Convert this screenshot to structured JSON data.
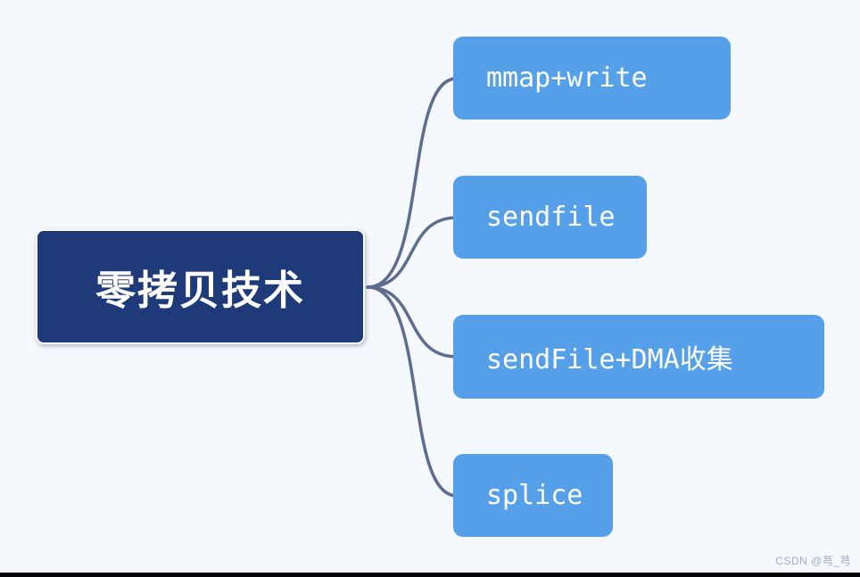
{
  "diagram": {
    "root": {
      "label": "零拷贝技术"
    },
    "branches": [
      {
        "label": "mmap+write"
      },
      {
        "label": "sendfile"
      },
      {
        "label": "sendFile+DMA收集"
      },
      {
        "label": "splice"
      }
    ],
    "colors": {
      "background": "#f5f8fd",
      "root_fill": "#1e3a78",
      "branch_fill": "#55a0e9",
      "connector": "#5d6c8f",
      "node_text": "#ffffff"
    }
  },
  "watermark": {
    "text": "CSDN @芎_芎"
  }
}
